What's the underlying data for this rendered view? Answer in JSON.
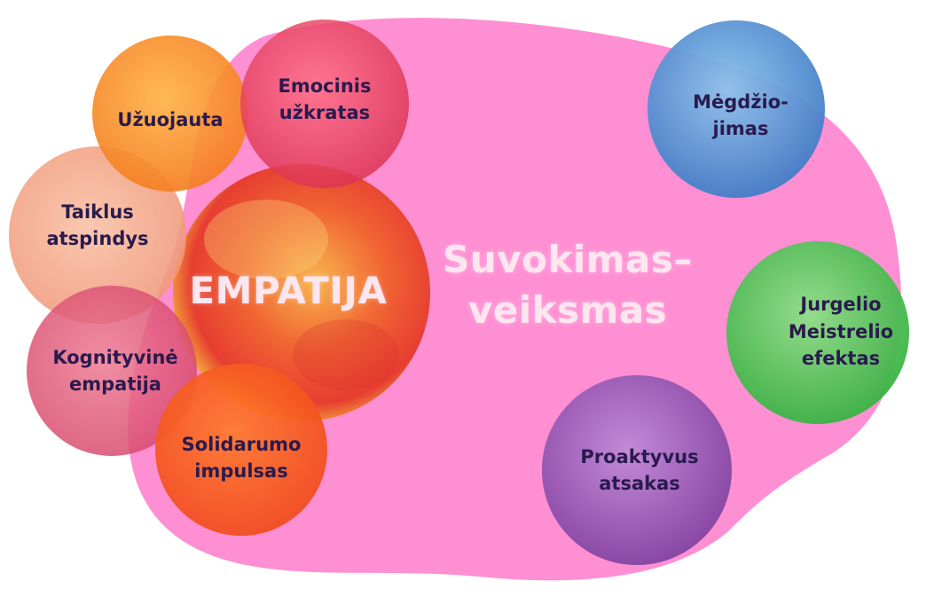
{
  "center_title": "EMPATIJA",
  "region_title": "Suvokimas–\nveiksmas",
  "labels": {
    "uzuojauta": "Užuojauta",
    "emocinis": "Emocinis\nužkratas",
    "taiklus": "Taiklus\natspindys",
    "kognityvine": "Kognityvinė\nempatija",
    "solidarumo": "Solidarumo\nimpulsas",
    "megdziojimas": "Mėgdžio-\njimas",
    "jurgelio": "Jurgelio\nMeistrelio\nefektas",
    "proaktyvus": "Proaktyvus\natsakas"
  },
  "colors": {
    "blob": "#ff8fd3",
    "empathy": "#f05a2a",
    "uzuojauta": "#f7931e",
    "emocinis": "#e63a5c",
    "taiklus": "#f4a58a",
    "kognityvine": "#e0557a",
    "solidarumo": "#ff5a1c",
    "megdziojimas": "#4a8fd0",
    "jurgelio": "#3fbf4a",
    "proaktyvus": "#9a4fb8",
    "label_text": "#2a1a4e"
  }
}
